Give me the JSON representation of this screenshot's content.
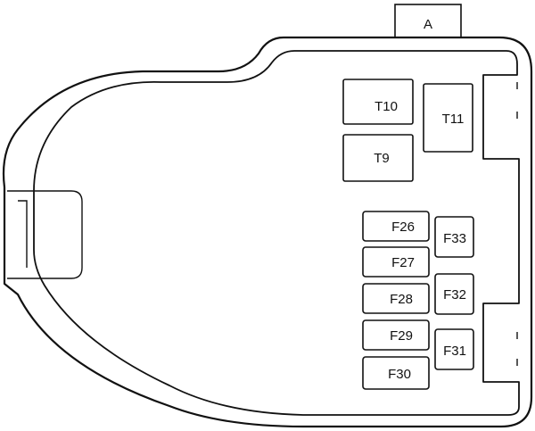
{
  "connector": {
    "label": "A"
  },
  "relays": [
    {
      "id": "T10",
      "label": "T10"
    },
    {
      "id": "T11",
      "label": "T11"
    },
    {
      "id": "T9",
      "label": "T9"
    }
  ],
  "fuses": [
    {
      "id": "F26",
      "label": "F26"
    },
    {
      "id": "F27",
      "label": "F27"
    },
    {
      "id": "F28",
      "label": "F28"
    },
    {
      "id": "F29",
      "label": "F29"
    },
    {
      "id": "F30",
      "label": "F30"
    },
    {
      "id": "F33",
      "label": "F33"
    },
    {
      "id": "F32",
      "label": "F32"
    },
    {
      "id": "F31",
      "label": "F31"
    }
  ]
}
